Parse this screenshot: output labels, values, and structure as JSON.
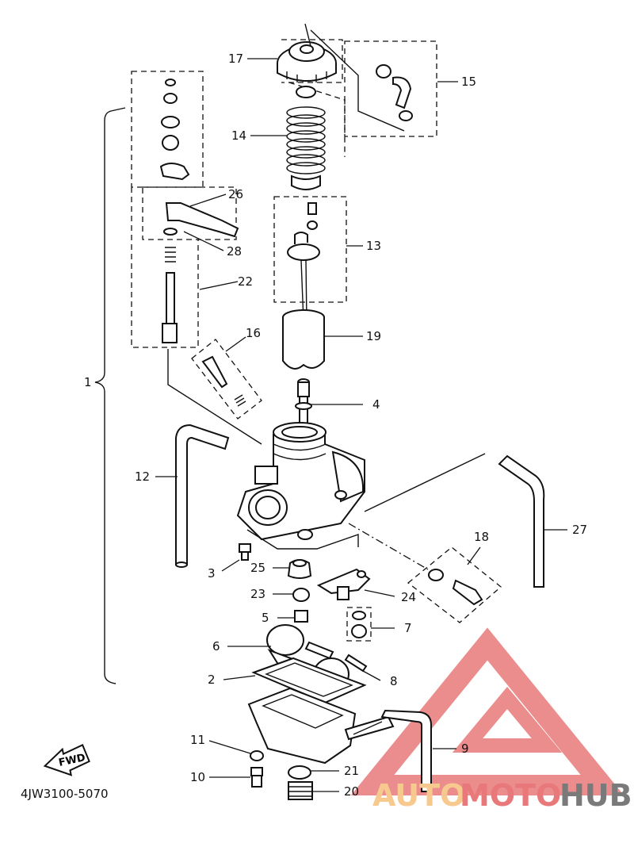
{
  "diagram_code": "4JW3100-5070",
  "fwd_label": "FWD",
  "callouts": {
    "c1": "1",
    "c2": "2",
    "c3": "3",
    "c4": "4",
    "c5": "5",
    "c6": "6",
    "c7": "7",
    "c8": "8",
    "c9": "9",
    "c10": "10",
    "c11": "11",
    "c12": "12",
    "c13": "13",
    "c14": "14",
    "c15": "15",
    "c16": "16",
    "c17": "17",
    "c18": "18",
    "c19": "19",
    "c20": "20",
    "c21": "21",
    "c22": "22",
    "c23": "23",
    "c24": "24",
    "c25": "25",
    "c26": "26",
    "c27": "27",
    "c28": "28"
  },
  "watermark": {
    "part1": "AUTO",
    "part2": "MOTO",
    "part3": "HUB",
    "color_light": "#f7c98e",
    "color_red": "#e8787a",
    "color_dark": "#7a7a7a"
  },
  "colors": {
    "line": "#111111",
    "background": "#ffffff"
  }
}
